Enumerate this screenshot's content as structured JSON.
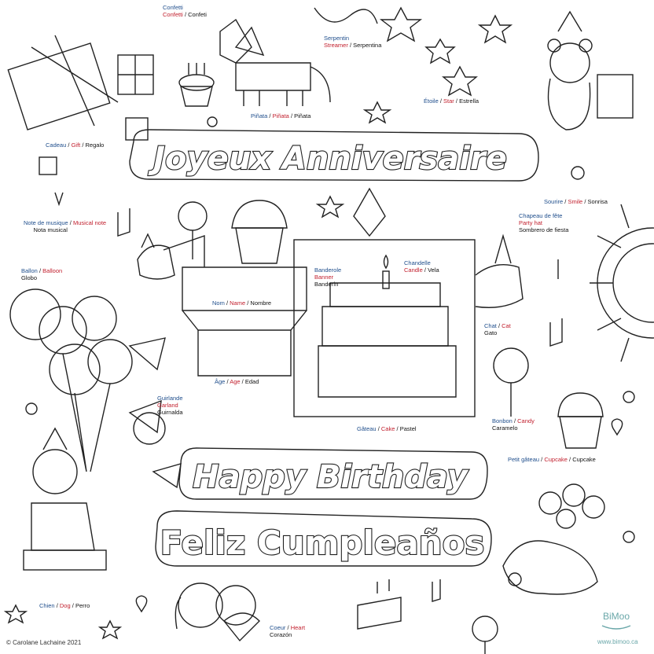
{
  "titles": {
    "french": "Joyeux Anniversaire",
    "english": "Happy Birthday",
    "spanish": "Feliz Cumpleaños"
  },
  "labels": [
    {
      "id": "confetti",
      "fr": "Confetti",
      "en": "Confetti",
      "es": "Confeti"
    },
    {
      "id": "pinata",
      "fr": "Piñata",
      "en": "Piñata",
      "es": "Piñata"
    },
    {
      "id": "serpentin",
      "fr": "Serpentin",
      "en": "Streamer",
      "es": "Serpentina"
    },
    {
      "id": "etoile",
      "fr": "Étoile",
      "en": "Star",
      "es": "Estrella"
    },
    {
      "id": "cadeau",
      "fr": "Cadeau",
      "en": "Gift",
      "es": "Regalo"
    },
    {
      "id": "note",
      "fr": "Note de musique",
      "en": "Musical note",
      "es": "Nota musical"
    },
    {
      "id": "sourire",
      "fr": "Sourire",
      "en": "Smile",
      "es": "Sonrisa"
    },
    {
      "id": "chapeau",
      "fr": "Chapeau de fête",
      "en": "Party hat",
      "es": "Sombrero de fiesta"
    },
    {
      "id": "ballon",
      "fr": "Ballon",
      "en": "Balloon",
      "es": "Globo"
    },
    {
      "id": "nom",
      "fr": "Nom",
      "en": "Name",
      "es": "Nombre"
    },
    {
      "id": "banderole",
      "fr": "Banderole",
      "en": "Banner",
      "es": "Banderín"
    },
    {
      "id": "chandelle",
      "fr": "Chandelle",
      "en": "Candle",
      "es": "Vela"
    },
    {
      "id": "chat",
      "fr": "Chat",
      "en": "Cat",
      "es": "Gato"
    },
    {
      "id": "age",
      "fr": "Âge",
      "en": "Age",
      "es": "Edad"
    },
    {
      "id": "guirlande",
      "fr": "Guirlande",
      "en": "Garland",
      "es": "Guirnalda"
    },
    {
      "id": "bonbon",
      "fr": "Bonbon",
      "en": "Candy",
      "es": "Caramelo"
    },
    {
      "id": "gateau",
      "fr": "Gâteau",
      "en": "Cake",
      "es": "Pastel"
    },
    {
      "id": "petitgateau",
      "fr": "Petit gâteau",
      "en": "Cupcake",
      "es": "Cupcake"
    },
    {
      "id": "chien",
      "fr": "Chien",
      "en": "Dog",
      "es": "Perro"
    },
    {
      "id": "coeur",
      "fr": "Coeur",
      "en": "Heart",
      "es": "Corazón"
    }
  ],
  "credit": "© Carolane Lachaine 2021",
  "logo_text": "BiMoo",
  "website": "www.bimoo.ca",
  "colors": {
    "french_label": "#1f4e8c",
    "english_label": "#c2202e",
    "logo": "#6aa7a9"
  }
}
